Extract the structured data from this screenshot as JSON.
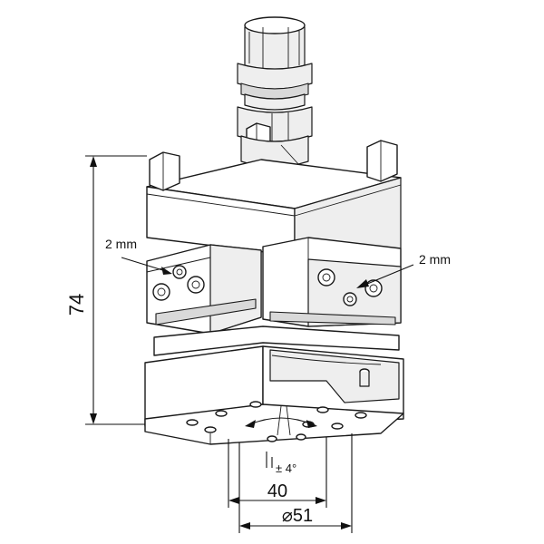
{
  "labels": {
    "height_dim": "74",
    "screw_left": "2 mm",
    "screw_right": "2 mm",
    "tilt": "± 4°",
    "width_dim": "40",
    "diameter_dim": "⌀51"
  },
  "colors": {
    "line": "#1a1a1a",
    "fill_light": "#eeeeee",
    "fill_dark": "#d9d9d9",
    "background": "#ffffff"
  }
}
